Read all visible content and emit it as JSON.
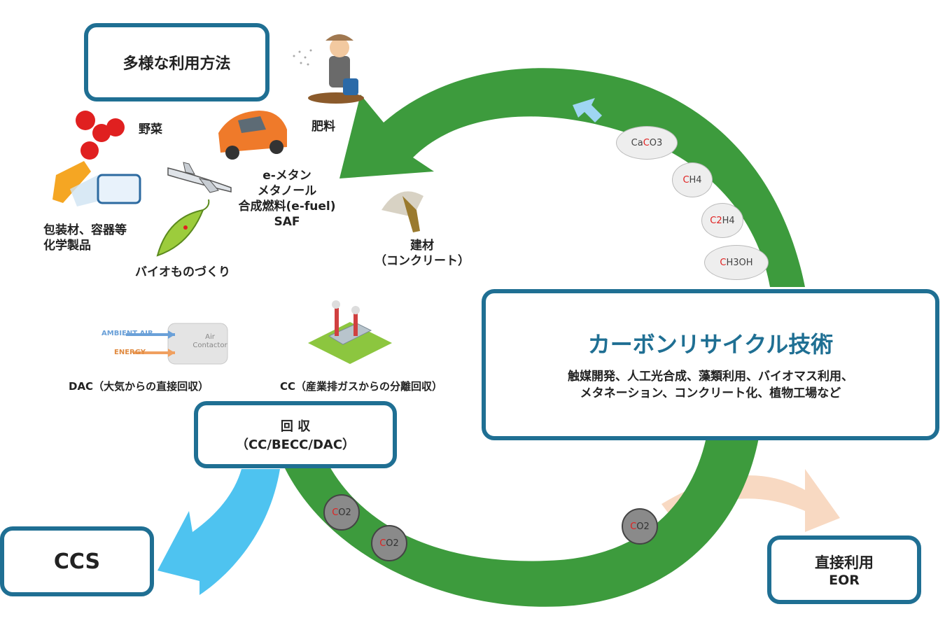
{
  "usage_box": {
    "title": "多様な利用方法"
  },
  "recycle_box": {
    "title": "カーボンリサイクル技術",
    "line1": "触媒開発、人工光合成、藻類利用、バイオマス利用、",
    "line2": "メタネーション、コンクリート化、植物工場など"
  },
  "capture_box": {
    "line1": "回 収",
    "line2": "（CC/BECC/DAC）"
  },
  "ccs_box": {
    "title": "CCS"
  },
  "direct_box": {
    "line1": "直接利用",
    "line2": "EOR"
  },
  "labels": {
    "vegetables": "野菜",
    "fertilizer": "肥料",
    "fuel1": "e-メタン",
    "fuel2": "メタノール",
    "fuel3": "合成燃料(e-fuel)",
    "fuel4": "SAF",
    "packaging1": "包装材、容器等",
    "packaging2": "化学製品",
    "bio": "バイオものづくり",
    "building1": "建材",
    "building2": "（コンクリート）",
    "dac": "DAC（大気からの直接回収）",
    "cc": "CC（産業排ガスからの分離回収）",
    "ambient_air": "AMBIENT AIR",
    "energy": "ENERGY",
    "air_contactor1": "Air",
    "air_contactor2": "Contactor"
  },
  "molecules": [
    {
      "prefix": "Ca",
      "red": "C",
      "suffix": "O3"
    },
    {
      "prefix": "",
      "red": "C",
      "suffix": "H4"
    },
    {
      "prefix": "",
      "red": "C2",
      "suffix": "H4"
    },
    {
      "prefix": "",
      "red": "C",
      "suffix": "H3OH"
    }
  ],
  "co2": [
    {
      "red": "C",
      "suffix": "O2"
    },
    {
      "red": "C",
      "suffix": "O2"
    },
    {
      "red": "C",
      "suffix": "O2"
    }
  ],
  "colors": {
    "cycle_green": "#3d9b3d",
    "box_border": "#1f6f93",
    "ccs_arrow": "#4ec3f0",
    "eor_arrow": "#f8d9c2",
    "title_blue": "#1f6f93"
  }
}
